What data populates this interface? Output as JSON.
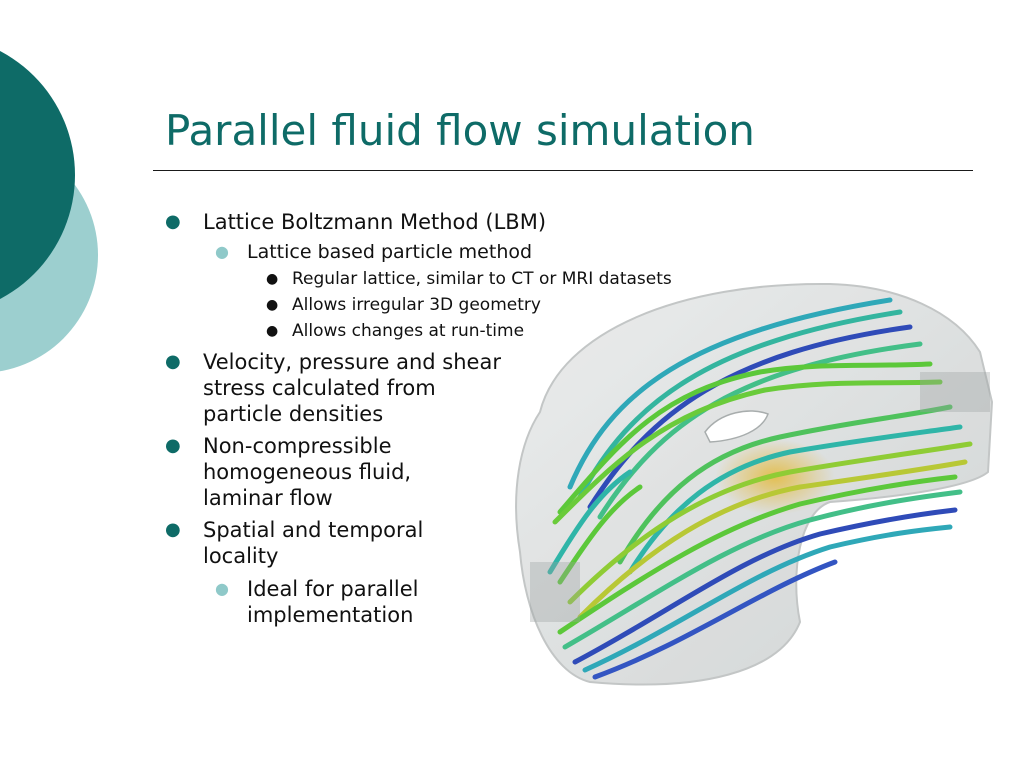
{
  "slide": {
    "title": "Parallel fluid flow simulation",
    "bullets": [
      {
        "level": 1,
        "lines": [
          "Lattice Boltzmann Method (LBM)"
        ]
      },
      {
        "level": 2,
        "lines": [
          "Lattice based particle method"
        ]
      },
      {
        "level": 3,
        "lines": [
          "Regular lattice, similar to CT or MRI datasets"
        ]
      },
      {
        "level": 3,
        "lines": [
          "Allows irregular 3D geometry"
        ]
      },
      {
        "level": 3,
        "lines": [
          "Allows changes at run-time"
        ]
      },
      {
        "level": 1,
        "lines": [
          "Velocity, pressure and shear",
          "stress calculated from",
          "particle densities"
        ]
      },
      {
        "level": 1,
        "lines": [
          "Non-compressible",
          "homogeneous fluid,",
          "laminar flow"
        ]
      },
      {
        "level": 1,
        "lines": [
          "Spatial and temporal",
          "locality"
        ]
      },
      {
        "level": 2,
        "lines": [
          "Ideal for parallel",
          "implementation"
        ]
      }
    ]
  },
  "figure": {
    "icon": "fluid-flow-streamlines-image",
    "colors": {
      "vessel": "#d9dcdc",
      "streamline_blue": "#2f4bb8",
      "streamline_teal": "#2fb5a8",
      "streamline_green": "#5cc83a",
      "streamline_yellow": "#d9c43a"
    }
  },
  "theme": {
    "accent": "#0e6b67",
    "accent_light": "#9ccfcf",
    "bullet_light": "#8fc9c9"
  }
}
